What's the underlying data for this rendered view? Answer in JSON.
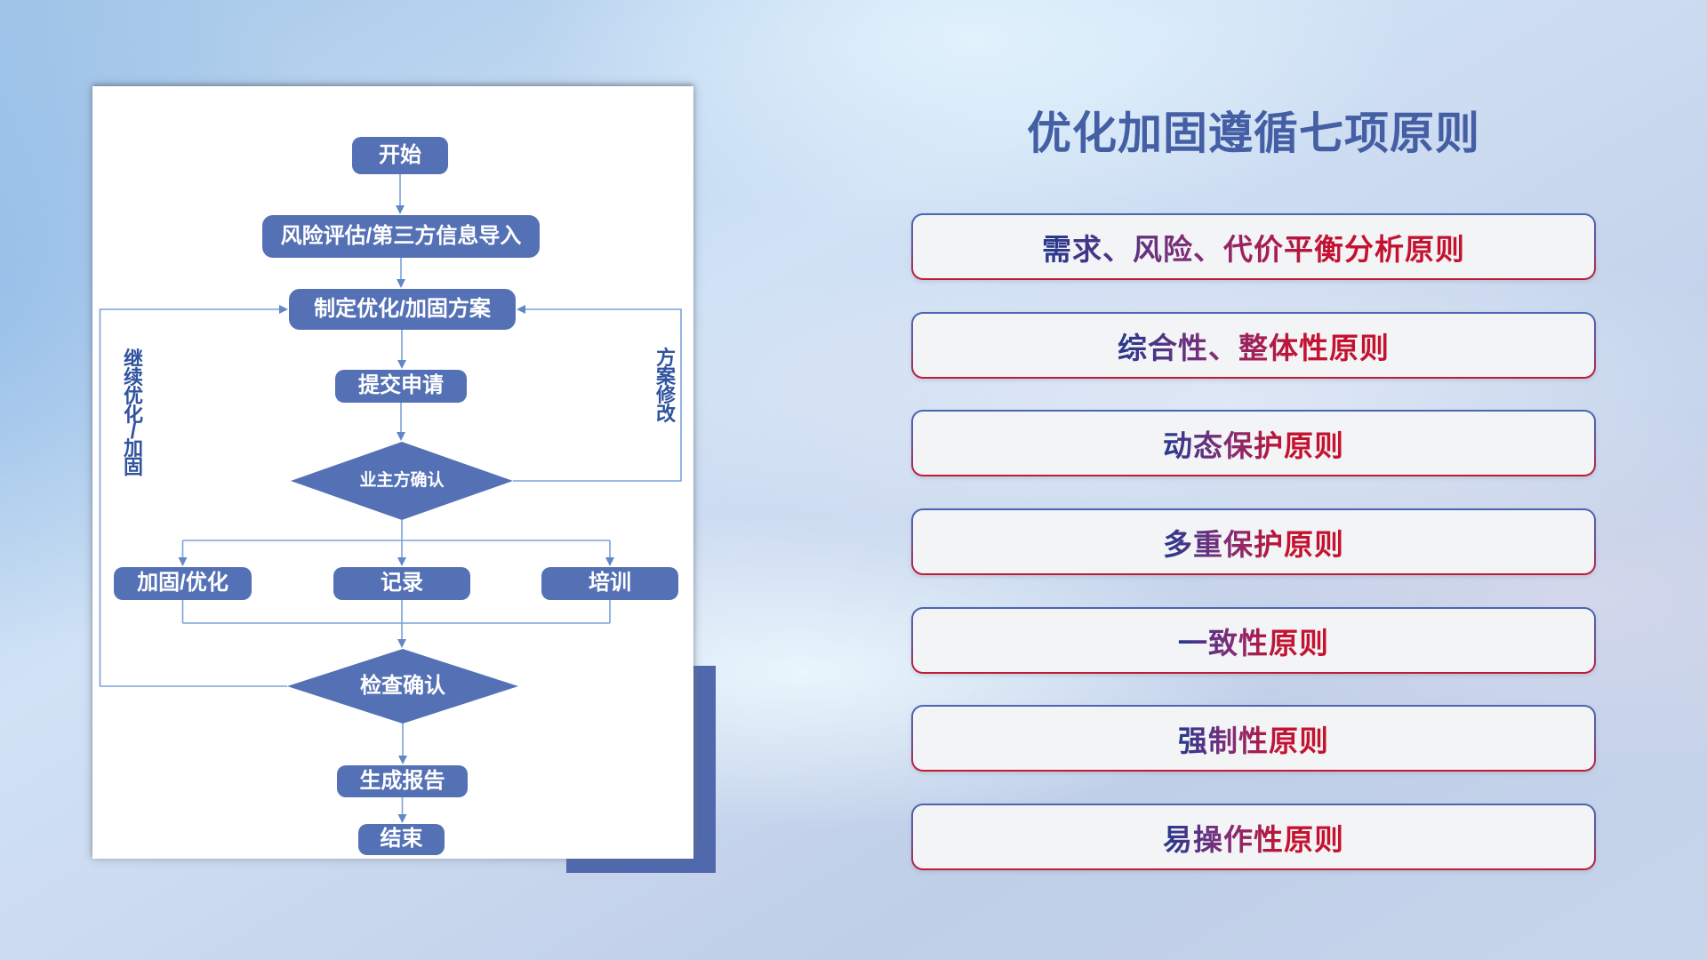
{
  "flowchart": {
    "nodes": {
      "start": "开始",
      "assess": "风险评估/第三方信息导入",
      "plan": "制定优化/加固方案",
      "submit": "提交申请",
      "owner_confirm": "业主方确认",
      "reinforce": "加固/优化",
      "record": "记录",
      "training": "培训",
      "check_confirm": "检查确认",
      "report": "生成报告",
      "end": "结束"
    },
    "labels": {
      "left_loop": "继续优化/加固",
      "right_loop": "方案修改"
    }
  },
  "principles": {
    "title": "优化加固遵循七项原则",
    "items": [
      {
        "label": "需求、风险、代价平衡分析原则"
      },
      {
        "label": "综合性、整体性原则"
      },
      {
        "label": "动态保护原则"
      },
      {
        "label": "多重保护原则"
      },
      {
        "label": "一致性原则"
      },
      {
        "label": "强制性原则"
      },
      {
        "label": "易操作性原则"
      }
    ]
  },
  "colors": {
    "node_blue": "#5571b5",
    "connector_blue": "#7aa2d8",
    "arrowhead_blue": "#6188c6",
    "title_blue": "#3d5ca8",
    "side_label_blue": "#2f539f",
    "deco_rect_blue": "#5069ad",
    "box_border_top": "#4a67b2",
    "box_border_bottom": "#c41a32",
    "box_fill": "#f3f4f6",
    "text_gradient_start": "#253a8e",
    "text_gradient_end": "#c41230"
  }
}
